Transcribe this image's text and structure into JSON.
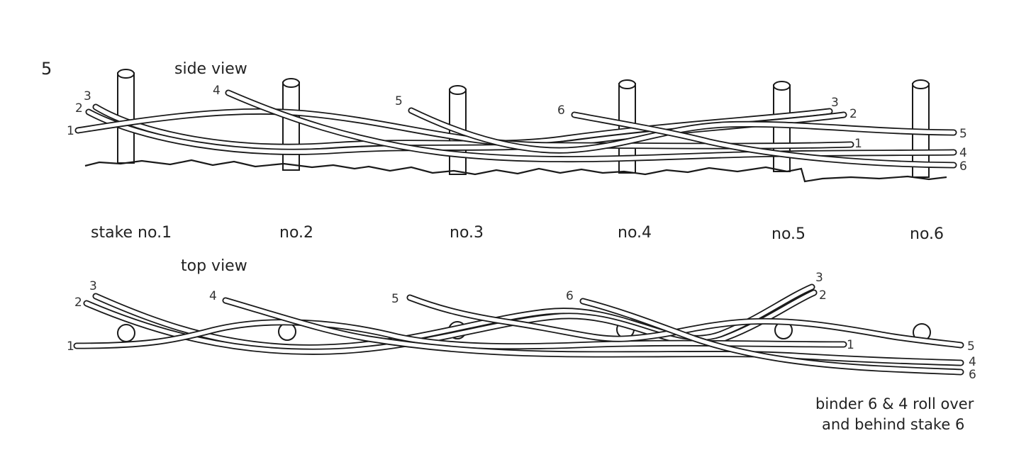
{
  "figure_number": "5",
  "side_view_title": "side view",
  "top_view_title": "top view",
  "stake_labels": [
    "stake no.1",
    "no.2",
    "no.3",
    "no.4",
    "no.5",
    "no.6"
  ],
  "rod_numbers": {
    "side_left": [
      "3",
      "2",
      "1"
    ],
    "side_mid": [
      "4",
      "5",
      "6"
    ],
    "side_right_ends": [
      "3",
      "2",
      "1"
    ],
    "side_tails": [
      "5",
      "4",
      "6"
    ],
    "top_left": [
      "3",
      "2",
      "1"
    ],
    "top_mid": [
      "4",
      "5",
      "6"
    ],
    "top_right_ends": [
      "3",
      "2",
      "1"
    ],
    "top_tails": [
      "5",
      "4",
      "6"
    ]
  },
  "note": [
    "binder 6 & 4 roll over",
    "and behind stake 6"
  ]
}
